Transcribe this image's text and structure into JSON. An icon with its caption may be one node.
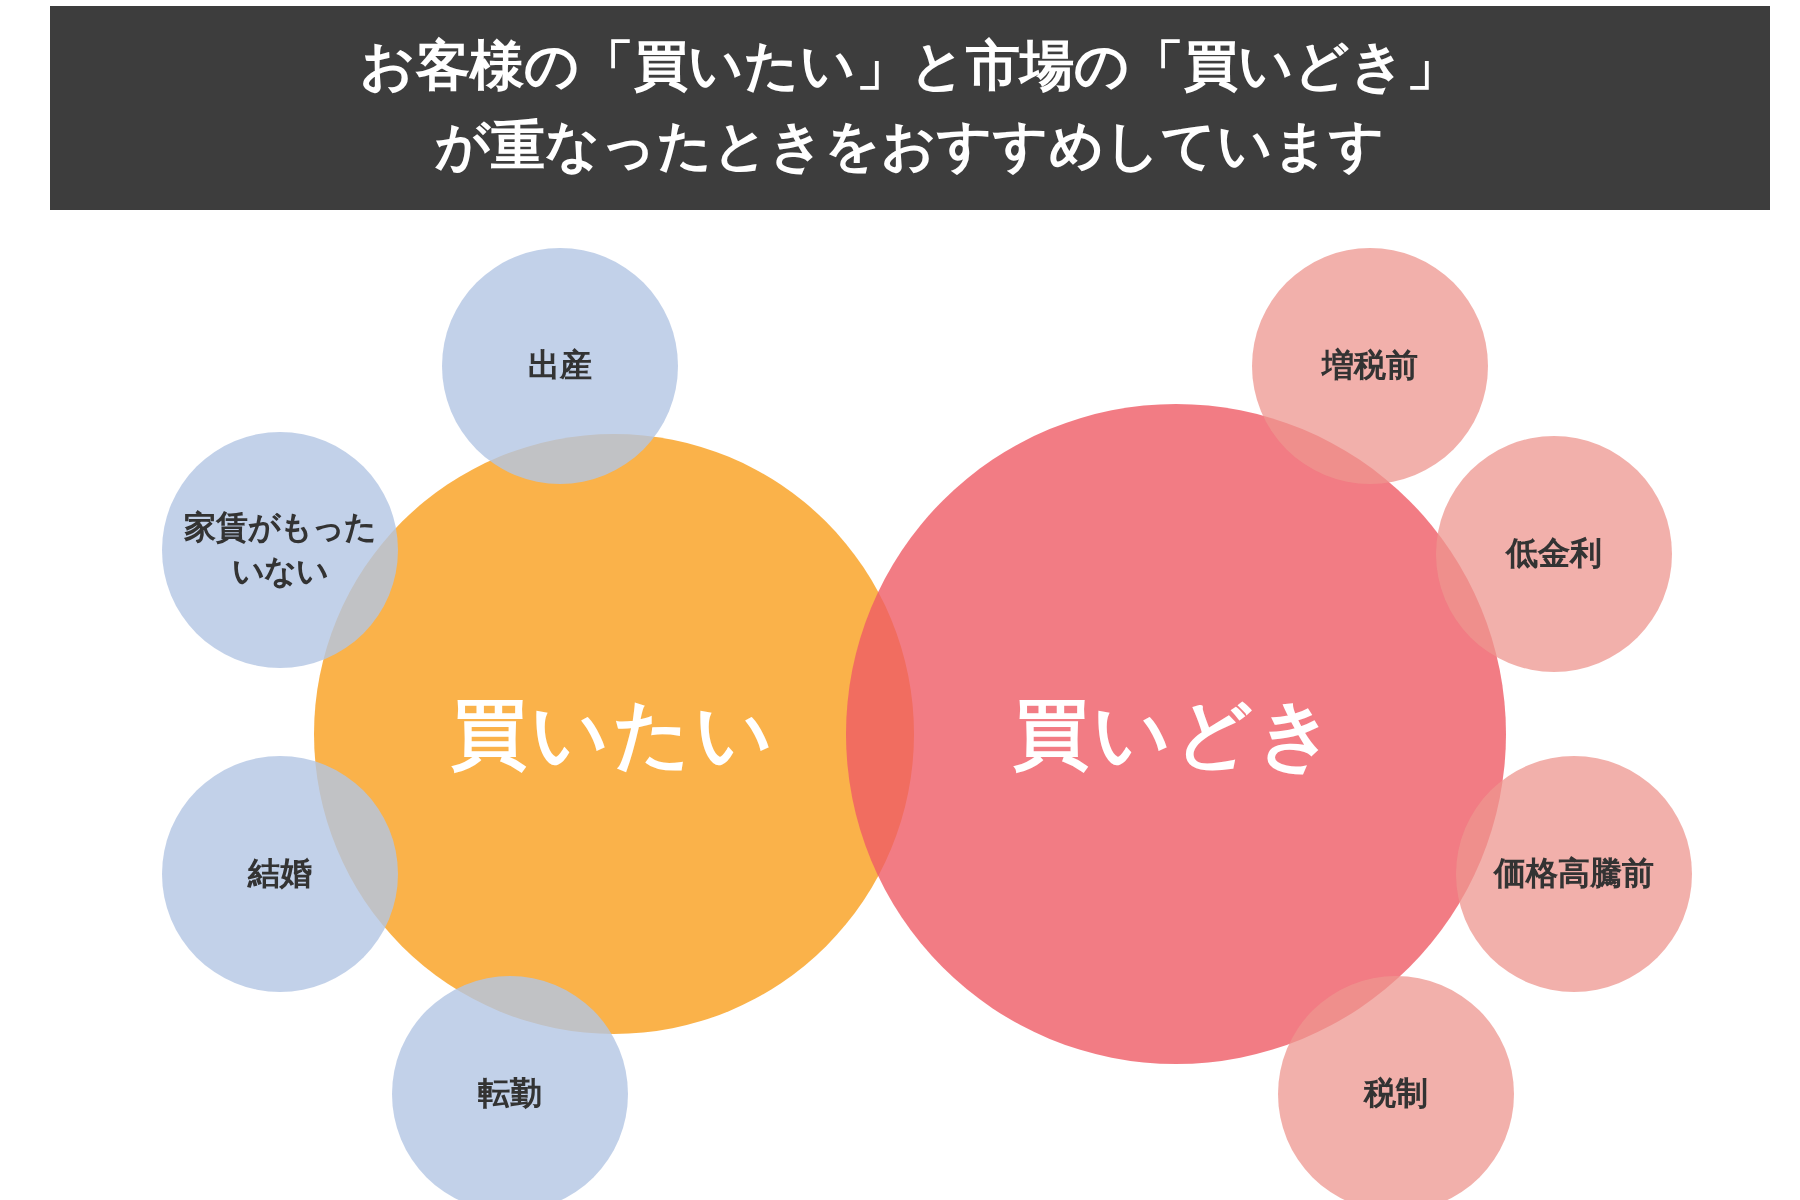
{
  "diagram": {
    "title": "お客様の「買いたい」と市場の「買いどき」が重なったときをおすすめしています",
    "nodes": [
      {
        "text": [
          "買いたい"
        ]
      },
      {
        "text": [
          "買いどき"
        ]
      },
      {
        "text": [
          "出産"
        ]
      },
      {
        "text": [
          "家賃がもったいない"
        ]
      },
      {
        "text": [
          "結婚"
        ]
      },
      {
        "text": [
          "転勤"
        ]
      },
      {
        "text": [
          "増税前"
        ]
      },
      {
        "text": [
          "低金利"
        ]
      },
      {
        "text": [
          "価格高騰前"
        ]
      },
      {
        "text": [
          "税制"
        ]
      }
    ],
    "edges": []
  }
}
